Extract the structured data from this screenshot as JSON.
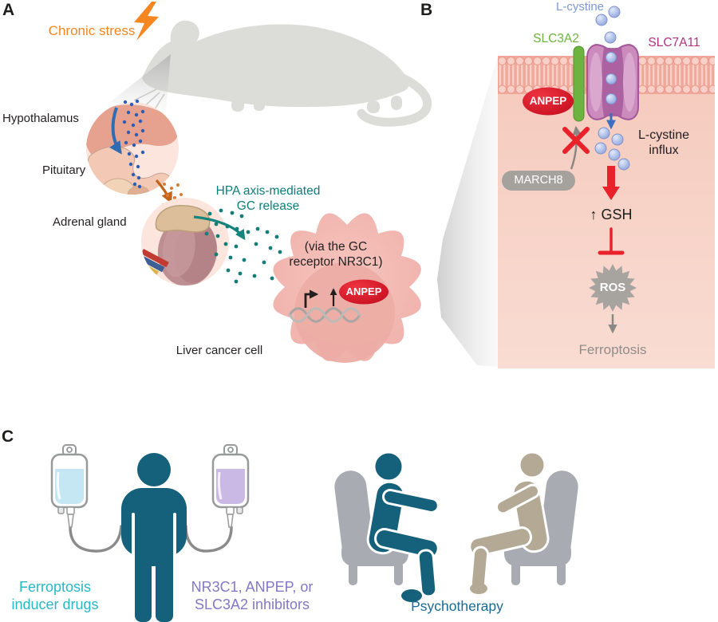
{
  "figure": {
    "panel_a": {
      "label": "A",
      "chronic_stress": "Chronic stress",
      "hypothalamus": "Hypothalamus",
      "pituitary": "Pituitary",
      "adrenal_gland": "Adrenal gland",
      "hpa_release_line1": "HPA axis-mediated",
      "hpa_release_line2": "GC release",
      "via_receptor_line1": "(via the GC",
      "via_receptor_line2": "receptor NR3C1)",
      "anpep": "ANPEP",
      "liver_cancer_cell": "Liver cancer cell"
    },
    "panel_b": {
      "label": "B",
      "l_cystine": "L-cystine",
      "slc3a2": "SLC3A2",
      "slc7a11": "SLC7A11",
      "anpep": "ANPEP",
      "march8": "MARCH8",
      "influx_line1": "L-cystine",
      "influx_line2": "influx",
      "gsh": "↑ GSH",
      "ros": "ROS",
      "ferroptosis": "Ferroptosis"
    },
    "panel_c": {
      "label": "C",
      "drug_left_line1": "Ferroptosis",
      "drug_left_line2": "inducer drugs",
      "drug_right_line1": "NR3C1, ANPEP, or",
      "drug_right_line2": "SLC3A2 inhibitors",
      "psychotherapy": "Psychotherapy"
    },
    "colors": {
      "accent_orange": "#F6861F",
      "teal_hpa": "#0D7E7A",
      "red_anpep": "#D7182A",
      "green_slc3a2": "#6CB33F",
      "magenta_slc7a11": "#B03380",
      "periwinkle_cystine": "#7D99D5",
      "cyan_drugs": "#29B7C7",
      "purple_inhibitors": "#8478C5",
      "steel_psychotherapy": "#1A6A94",
      "figure_teal": "#15607A",
      "tan_client": "#B3A995",
      "gray_ferroptosis": "#908D8A"
    }
  }
}
